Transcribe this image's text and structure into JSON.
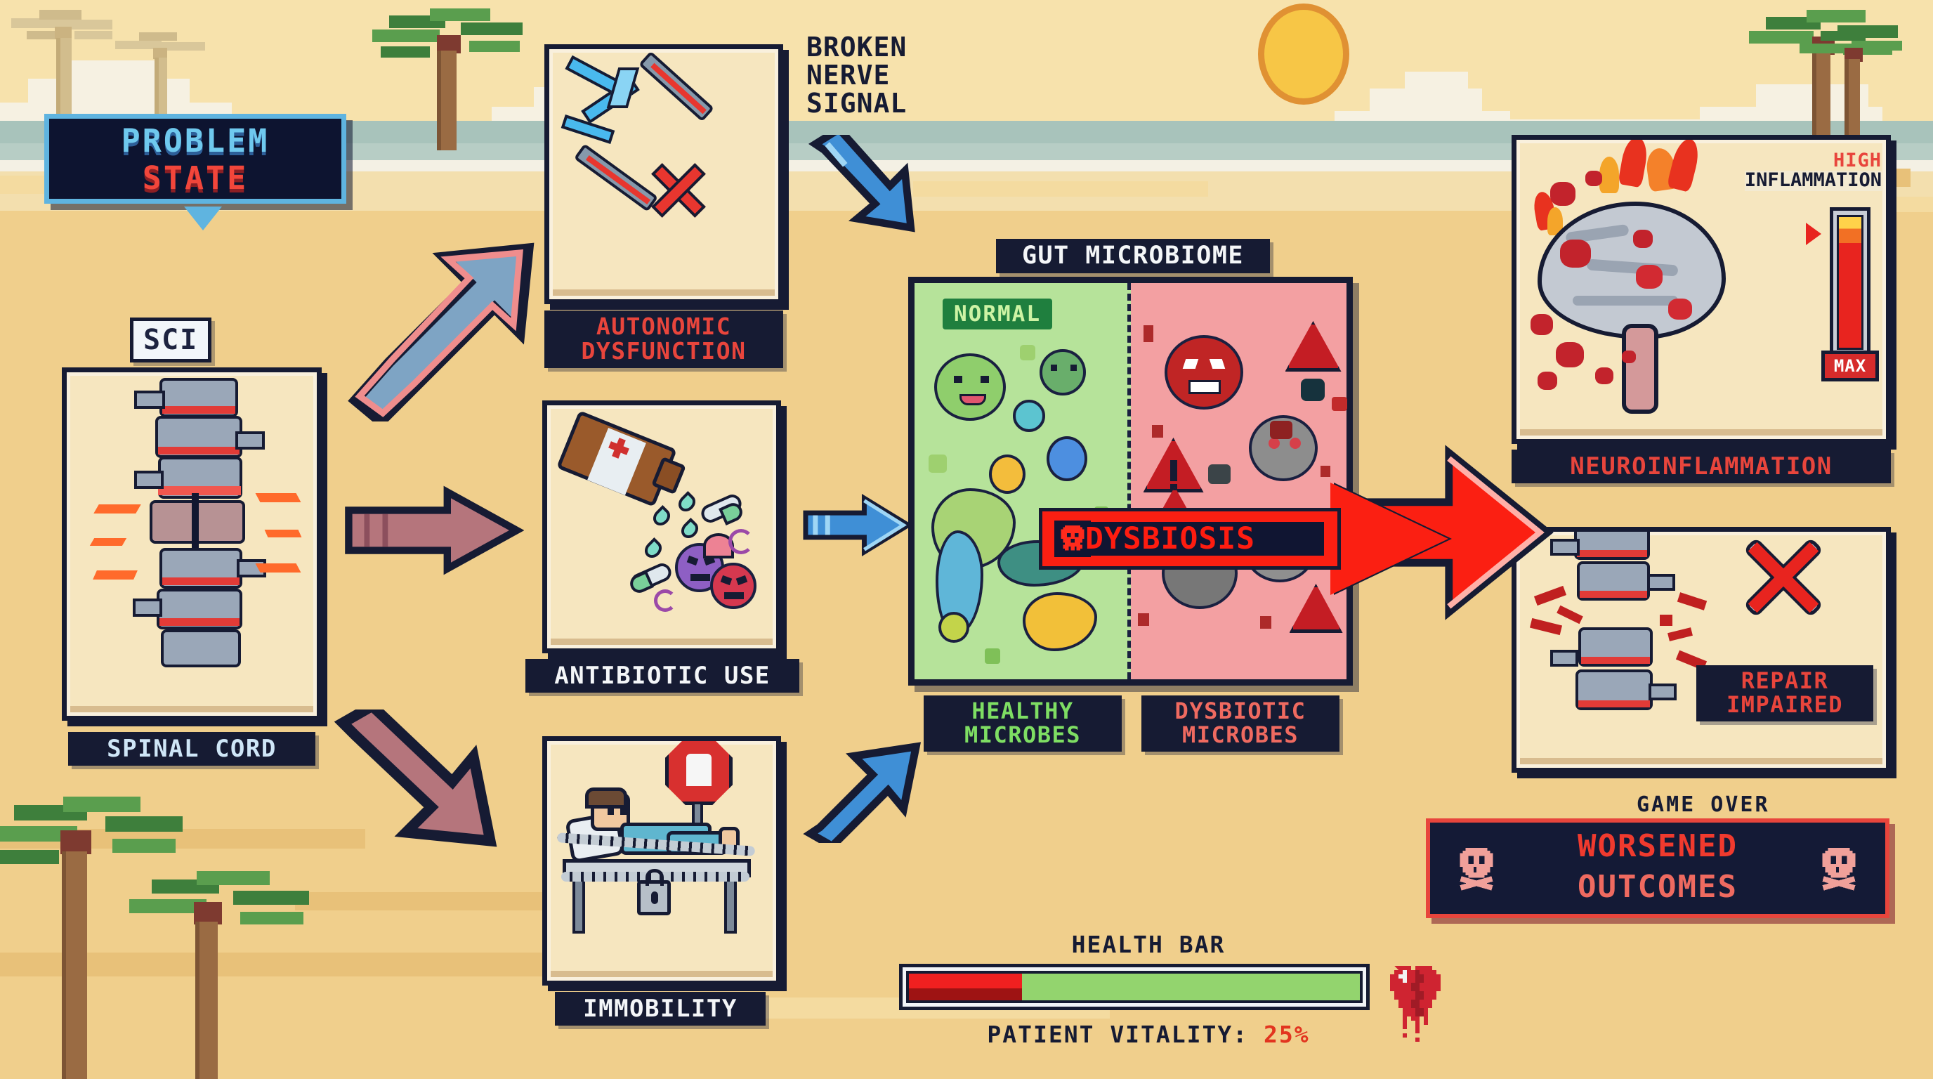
{
  "title": {
    "line1": "PROBLEM",
    "line2": "STATE"
  },
  "left_column": {
    "tag": "SCI",
    "caption": "SPINAL CORD",
    "icon": "spine-icon"
  },
  "middle_column": {
    "cards": [
      {
        "caption": "AUTONOMIC\nDYSFUNCTION",
        "icon": "broken-nerve-icon",
        "annotation": "BROKEN\nNERVE\nSIGNAL"
      },
      {
        "caption": "ANTIBIOTIC USE",
        "icon": "pill-bottle-icon"
      },
      {
        "caption": "IMMOBILITY",
        "icon": "patient-in-bed-icon"
      }
    ]
  },
  "gut": {
    "header": "GUT MICROBIOME",
    "normal_badge": "NORMAL",
    "left_caption": "HEALTHY\nMICROBES",
    "right_caption": "DYSBIOTIC\nMICROBES",
    "arrow_label": "DYSBIOSIS",
    "arrow_icon": "skull-icon"
  },
  "right_column": {
    "neuro": {
      "caption": "NEUROINFLAMMATION",
      "gauge_label_top": "HIGH",
      "gauge_label_bottom": "INFLAMMATION",
      "gauge_max": "MAX",
      "icon": "burning-brain-icon"
    },
    "repair": {
      "badge": "REPAIR\nIMPAIRED",
      "icon": "crossed-wrench-icon"
    },
    "game_over_label": "GAME OVER",
    "outcome": {
      "line1": "WORSENED",
      "line2": "OUTCOMES",
      "icon": "skull-crossbones-icon"
    }
  },
  "health": {
    "title": "HEALTH BAR",
    "vitality_label": "PATIENT VITALITY:",
    "vitality_value": "25%",
    "vitality_pct": 25,
    "heart_icon": "broken-heart-icon"
  },
  "colors": {
    "sand": "#f0cf8c",
    "ink": "#161b33",
    "red": "#e8453c",
    "green": "#7ede63",
    "blue": "#6fc9ee",
    "danger_red": "#fb1f12"
  }
}
